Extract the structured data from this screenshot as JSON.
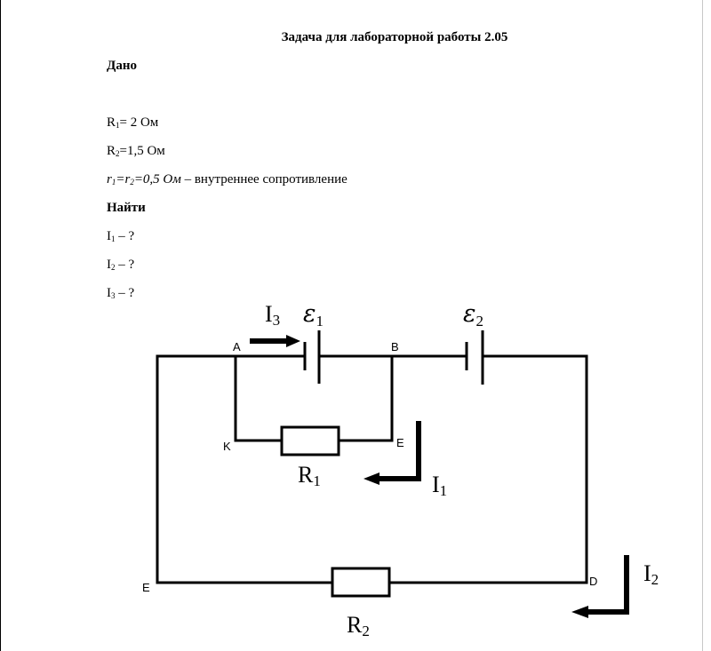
{
  "document": {
    "title": "Задача для лабораторной работы 2.05",
    "given_heading": "Дано",
    "given": {
      "r1": {
        "symbol": "R",
        "sub": "1",
        "rest": "= 2 Ом"
      },
      "r2": {
        "symbol": "R",
        "sub": "2",
        "rest": "=1,5 Ом"
      },
      "internal": {
        "s1": "r",
        "sub1": "1",
        "eq": "=",
        "s2": "r",
        "sub2": "2",
        "value": "=0,5 Ом",
        "desc": " – внутреннее сопротивление"
      }
    },
    "find_heading": "Найти",
    "find": [
      {
        "symbol": "I",
        "sub": "1",
        "rest": " – ?"
      },
      {
        "symbol": "I",
        "sub": "2",
        "rest": " – ?"
      },
      {
        "symbol": "I",
        "sub": "3",
        "rest": " – ?"
      }
    ]
  },
  "circuit": {
    "nodes": {
      "A": "A",
      "B": "B",
      "K": "K",
      "E_inner": "E",
      "E_outer": "E",
      "D": "D"
    },
    "emf1": {
      "symbol": "ε",
      "sub": "1"
    },
    "emf2": {
      "symbol": "ε",
      "sub": "2"
    },
    "resistor1": {
      "symbol": "R",
      "sub": "1"
    },
    "resistor2": {
      "symbol": "R",
      "sub": "2"
    },
    "current1": {
      "symbol": "I",
      "sub": "1"
    },
    "current2": {
      "symbol": "I",
      "sub": "2"
    },
    "current3": {
      "symbol": "I",
      "sub": "3"
    }
  }
}
